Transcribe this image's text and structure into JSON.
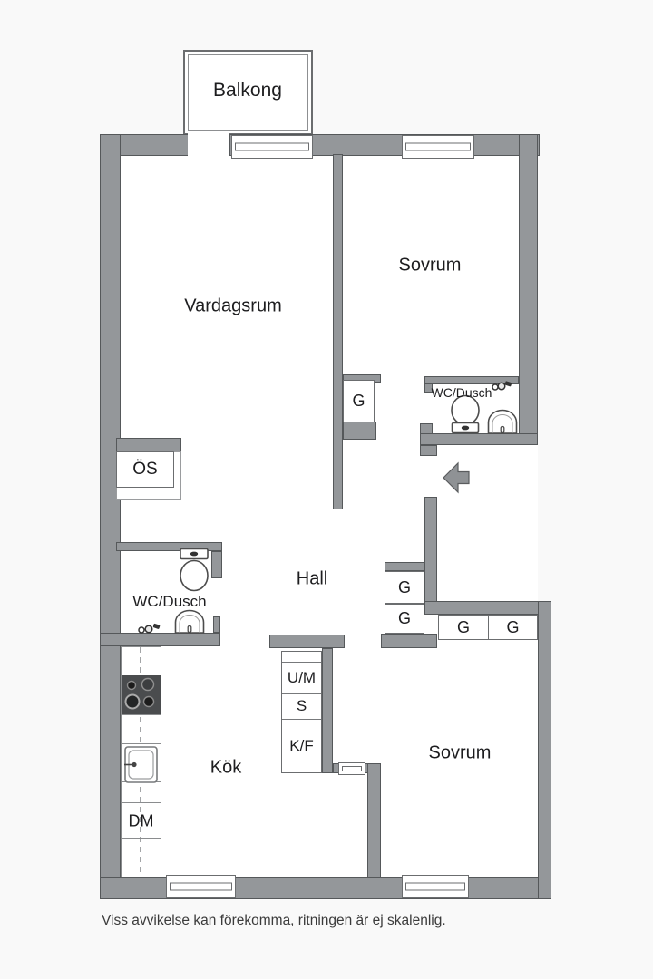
{
  "plan": {
    "balcony": "Balkong",
    "living_room": "Vardagsrum",
    "bedroom_top": "Sovrum",
    "bedroom_bottom": "Sovrum",
    "hall": "Hall",
    "kitchen": "Kök",
    "wc_top_right": "WC/Dusch",
    "wc_left": "WC/Dusch",
    "closets": {
      "os": "ÖS",
      "g_mid": "G",
      "g_stack_top": "G",
      "g_stack_bottom": "G",
      "g_row_left": "G",
      "g_row_right": "G"
    },
    "units": {
      "um": "U/M",
      "s": "S",
      "kf": "K/F",
      "dm": "DM"
    }
  },
  "footer": {
    "disclaimer": "Viss avvikelse kan förekomma, ritningen är ej skalenlig."
  },
  "colors": {
    "bg": "#f9f9f9",
    "room": "#ffffff",
    "wall": "#94979a",
    "wall_outline": "#55585a",
    "text": "#1d1d1f",
    "appliance": "#4a4c4e"
  }
}
